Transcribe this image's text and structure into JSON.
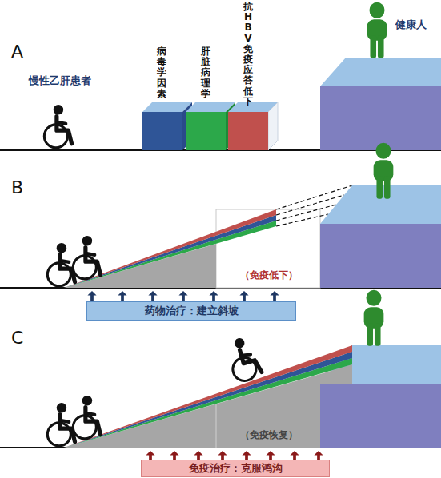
{
  "diagram": {
    "nodes": [
      {
        "text": [
          "药物治疗：建立斜坡"
        ]
      },
      {
        "text": [
          "免疫治疗：克服鸿沟"
        ]
      }
    ],
    "labels": [
      "A",
      "慢性乙肝患者",
      "病毒学因素",
      "肝脏病理学",
      "抗 HBV 免疫应答低下",
      "健康人",
      "B",
      "（免疫低下）",
      "C",
      "（免疫恢复）"
    ]
  }
}
